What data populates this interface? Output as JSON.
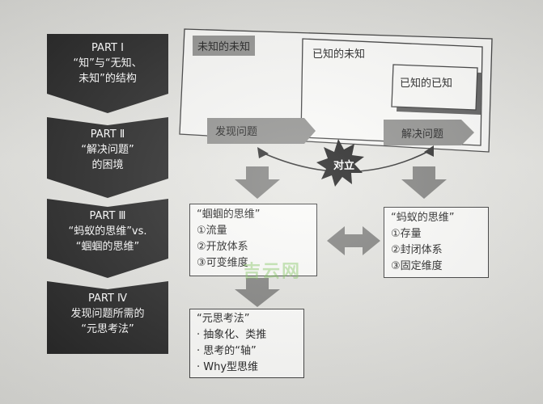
{
  "parts": [
    {
      "l1": "PART Ⅰ",
      "l2": "“知”与“无知、",
      "l3": "未知”的结构"
    },
    {
      "l1": "PART Ⅱ",
      "l2": "“解决问题”",
      "l3": "的困境"
    },
    {
      "l1": "PART Ⅲ",
      "l2": "“蚂蚁的思维”vs.",
      "l3": "“蝈蝈的思维”"
    },
    {
      "l1": "PART Ⅳ",
      "l2": "发现问题所需的",
      "l3": "“元思考法”"
    }
  ],
  "knowledge": {
    "unknown_unknown": "未知的未知",
    "known_unknown": "已知的未知",
    "known_known": "已知的已知"
  },
  "process": {
    "discover": "发现问题",
    "solve": "解决问题",
    "opposition": "对立"
  },
  "grasshopper": {
    "title": "“蝈蝈的思维”",
    "items": [
      "①流量",
      "②开放体系",
      "③可变维度"
    ]
  },
  "ant": {
    "title": "“蚂蚁的思维”",
    "items": [
      "①存量",
      "②封闭体系",
      "③固定维度"
    ]
  },
  "meta": {
    "title": "“元思考法”",
    "items": [
      "· 抽象化、类推",
      "· 思考的“轴”",
      "· Why型思维"
    ]
  },
  "watermark": "吉云网",
  "colors": {
    "dark": "#1e1e1e",
    "gray": "#8a8a88",
    "arrow": "#7a7a78"
  }
}
